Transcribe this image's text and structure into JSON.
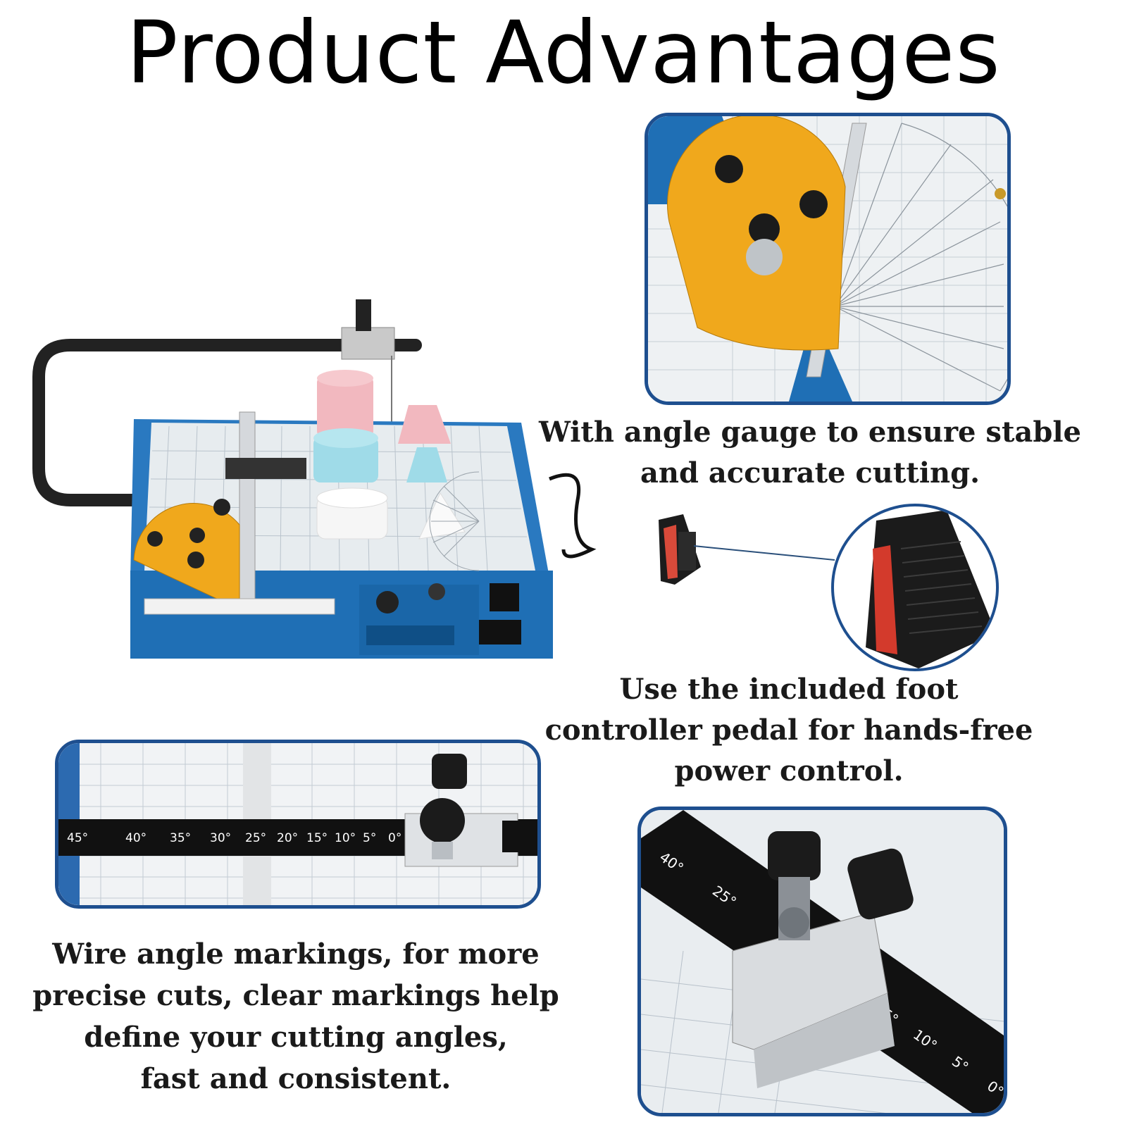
{
  "page": {
    "title": "Product Advantages"
  },
  "captions": {
    "angle_gauge": [
      "With angle gauge to ensure stable",
      "and accurate cutting."
    ],
    "foot_pedal": [
      "Use the included foot",
      "controller pedal for hands-free",
      "power control."
    ],
    "wire_angle": [
      "Wire angle markings, for more",
      "precise cuts, clear markings help",
      "define your cutting angles,",
      "fast and consistent."
    ]
  },
  "scale_markings": {
    "wire_scale": [
      "45°",
      "40°",
      "35°",
      "30°",
      "25°",
      "20°",
      "15°",
      "10°",
      "5°",
      "0°"
    ],
    "closeup_scale": [
      "40°",
      "25°",
      "15°",
      "10°",
      "5°",
      "0°"
    ]
  },
  "colors": {
    "frame_border": "#1e4f8f",
    "machine_blue": "#1f6fb5",
    "gauge_yellow": "#f0a81c",
    "foam_pink": "#f2b8bf",
    "foam_blue": "#9fdbe8"
  }
}
